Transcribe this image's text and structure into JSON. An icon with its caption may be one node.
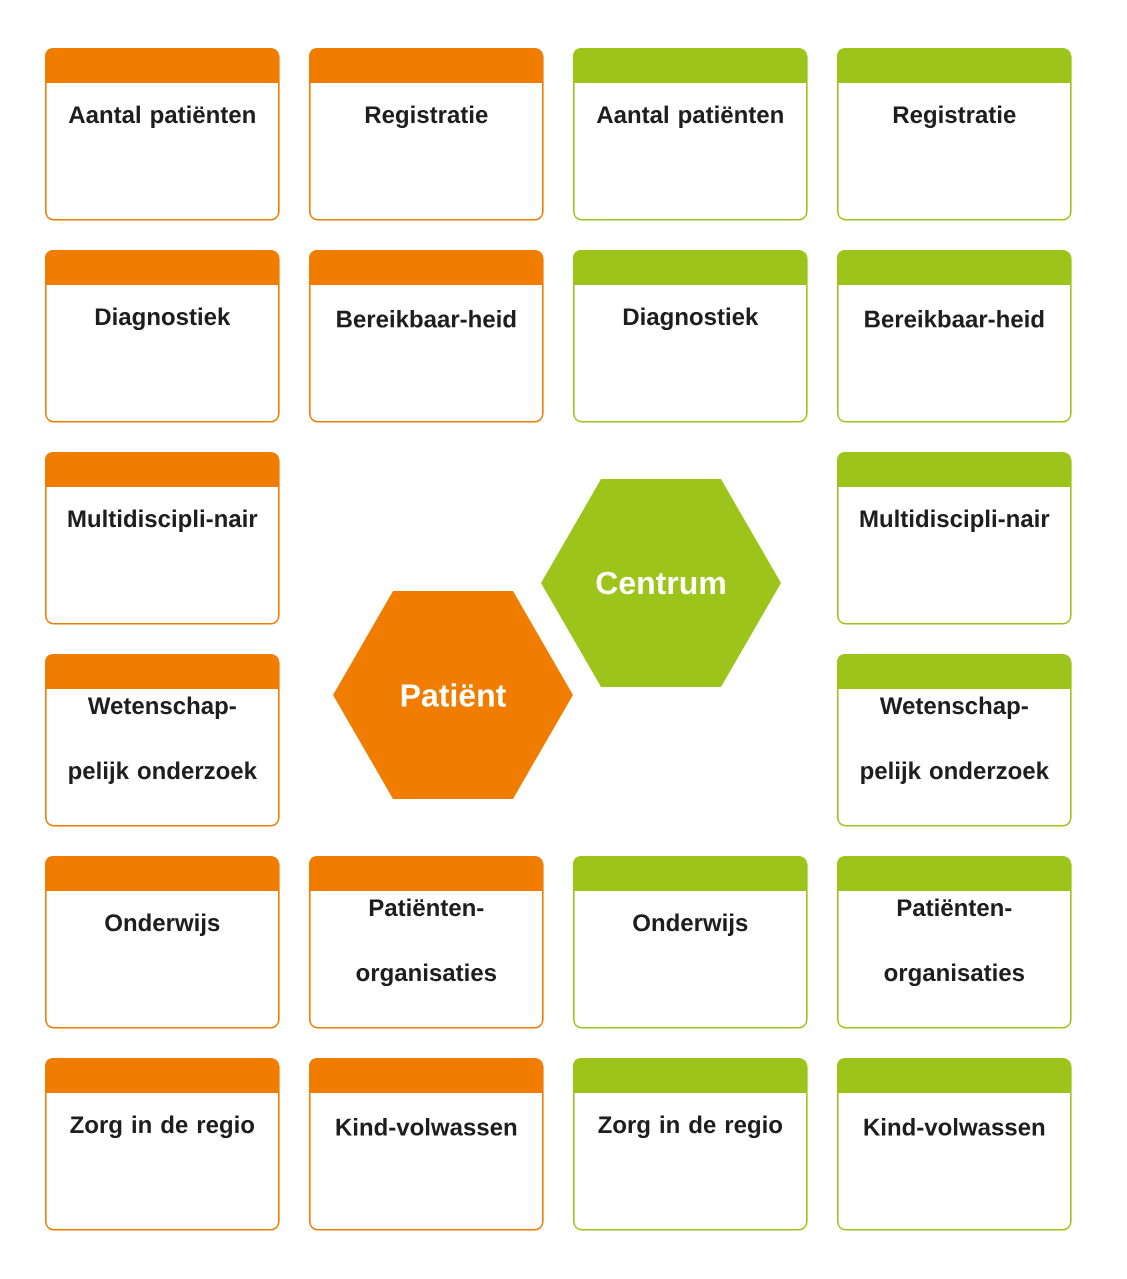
{
  "diagram": {
    "nodes": [
      {
        "text": [
          "Aantal patiënten"
        ]
      },
      {
        "text": [
          "Registratie"
        ]
      },
      {
        "text": [
          "Aantal patiënten"
        ]
      },
      {
        "text": [
          "Registratie"
        ]
      },
      {
        "text": [
          "Diagnostiek"
        ]
      },
      {
        "text": [
          "Bereikbaar-heid"
        ]
      },
      {
        "text": [
          "Diagnostiek"
        ]
      },
      {
        "text": [
          "Bereikbaar-heid"
        ]
      },
      {
        "text": [
          "Multidiscipli-nair"
        ]
      },
      {
        "text": [
          "Centrum"
        ]
      },
      {
        "text": [
          "Multidiscipli-nair"
        ]
      },
      {
        "text": [
          "Wetenschap-pelijk onderzoek"
        ]
      },
      {
        "text": [
          "Patiënt"
        ]
      },
      {
        "text": [
          "Wetenschap-pelijk onderzoek"
        ]
      },
      {
        "text": [
          "Onderwijs"
        ]
      },
      {
        "text": [
          "Patiënten-organisaties"
        ]
      },
      {
        "text": [
          "Onderwijs"
        ]
      },
      {
        "text": [
          "Patiënten-organisaties"
        ]
      },
      {
        "text": [
          "Zorg in de regio"
        ]
      },
      {
        "text": [
          "Kind-volwassen"
        ]
      },
      {
        "text": [
          "Zorg in de regio"
        ]
      },
      {
        "text": [
          "Kind-volwassen"
        ]
      }
    ]
  }
}
